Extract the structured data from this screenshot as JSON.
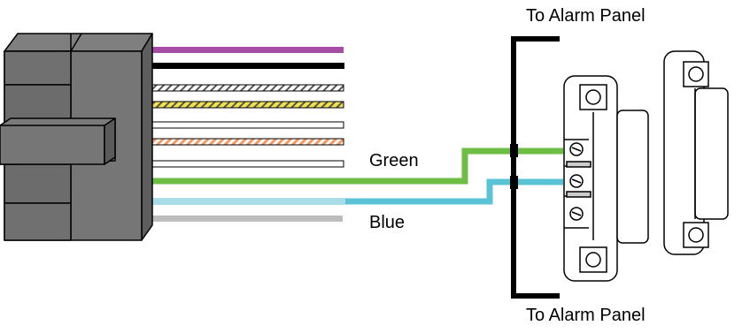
{
  "labels": {
    "panel_top": "To Alarm Panel",
    "panel_bottom": "To Alarm Panel",
    "green_wire": "Green",
    "blue_wire": "Blue"
  },
  "connector": {
    "fill": "#767676",
    "edge": "#000000"
  },
  "wires": [
    {
      "color": "#a64ca6",
      "pattern": "solid"
    },
    {
      "color": "#000000",
      "pattern": "solid"
    },
    {
      "color": "#ffffff",
      "pattern": "hatched"
    },
    {
      "color": "#f0e24a",
      "pattern": "hatched"
    },
    {
      "color": "#ffffff",
      "pattern": "solid"
    },
    {
      "color": "#f39a62",
      "pattern": "hatched"
    },
    {
      "color": "#ffffff",
      "pattern": "solid"
    },
    {
      "color": "#6cbe45",
      "pattern": "solid"
    },
    {
      "color": "#a8dde8",
      "pattern": "solid"
    },
    {
      "color": "#bdbdbd",
      "pattern": "solid"
    }
  ],
  "colors": {
    "green": "#6cbe45",
    "blue": "#5bc3d6",
    "light_blue": "#a8dde8",
    "bracket": "#000000"
  }
}
